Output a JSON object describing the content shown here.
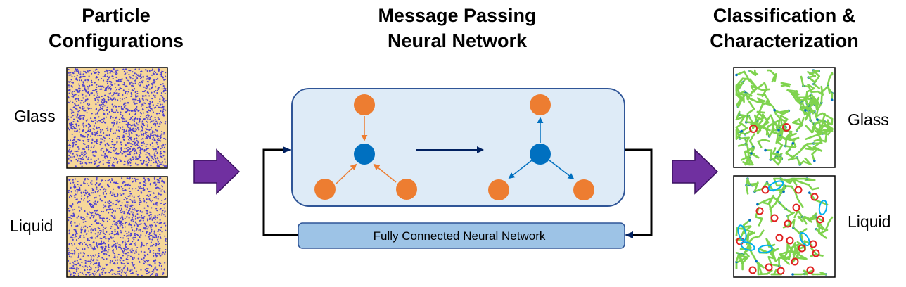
{
  "headings": {
    "left": [
      "Particle",
      "Configurations"
    ],
    "center": [
      "Message Passing",
      "Neural Network"
    ],
    "right": [
      "Classification &",
      "Characterization"
    ]
  },
  "labels": {
    "left_glass": "Glass",
    "left_liquid": "Liquid",
    "right_glass": "Glass",
    "right_liquid": "Liquid"
  },
  "network": {
    "fc_label": "Fully Connected Neural Network"
  },
  "colors": {
    "orange_node": "#ED7D31",
    "blue_node": "#0070C0",
    "panel_fill": "#DEEBF7",
    "panel_stroke": "#2F5597",
    "fc_fill": "#9DC3E6",
    "process_arrow": "#7030A0",
    "feedback_arrow": "#002060",
    "sand": "#F6D79A",
    "dots": "#4B3FD0",
    "bond_green": "#7FD34E",
    "defect_red": "#E02020",
    "cluster_cyan": "#00B0F0"
  }
}
